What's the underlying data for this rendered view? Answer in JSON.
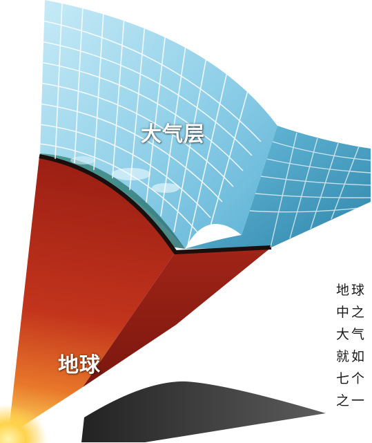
{
  "diagram": {
    "labels": {
      "atmosphere": "大气层",
      "earth": "地球"
    },
    "colors": {
      "sky_light": "#bfe6f4",
      "sky_mid": "#6cbcdc",
      "sky_dark": "#2f86aa",
      "ocean": "#2f7a74",
      "crust_line": "#1a0f0c",
      "earth_red": "#b52a1a",
      "earth_orange": "#ef8a2a",
      "core_yellow": "#ffe36a"
    }
  },
  "side_text": {
    "lines": [
      "地球",
      "中之",
      "大气",
      "就如",
      "七个",
      "之一"
    ]
  }
}
